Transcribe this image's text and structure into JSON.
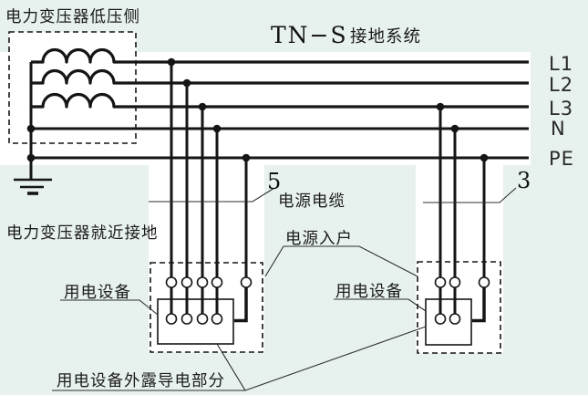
{
  "diagram": {
    "title_latin": "TN−S",
    "title_cjk": "接地系统",
    "transformer_label": "电力变压器低压侧",
    "transformer_ground_label": "电力变压器就近接地",
    "cable_count_left": "5",
    "cable_label": "电源电缆",
    "entry_label": "电源入户",
    "equipment_label_left": "用电设备",
    "equipment_label_right": "用电设备",
    "exposed_label": "用电设备外露导电部分",
    "cable_count_right": "3",
    "buses": [
      {
        "label": "L1"
      },
      {
        "label": "L2"
      },
      {
        "label": "L3"
      },
      {
        "label": "N"
      },
      {
        "label": "PE"
      }
    ],
    "colors": {
      "background": "#e7f1ed",
      "ink": "#151515",
      "paper": "#ffffff",
      "leader": "#2e2e2e"
    }
  }
}
